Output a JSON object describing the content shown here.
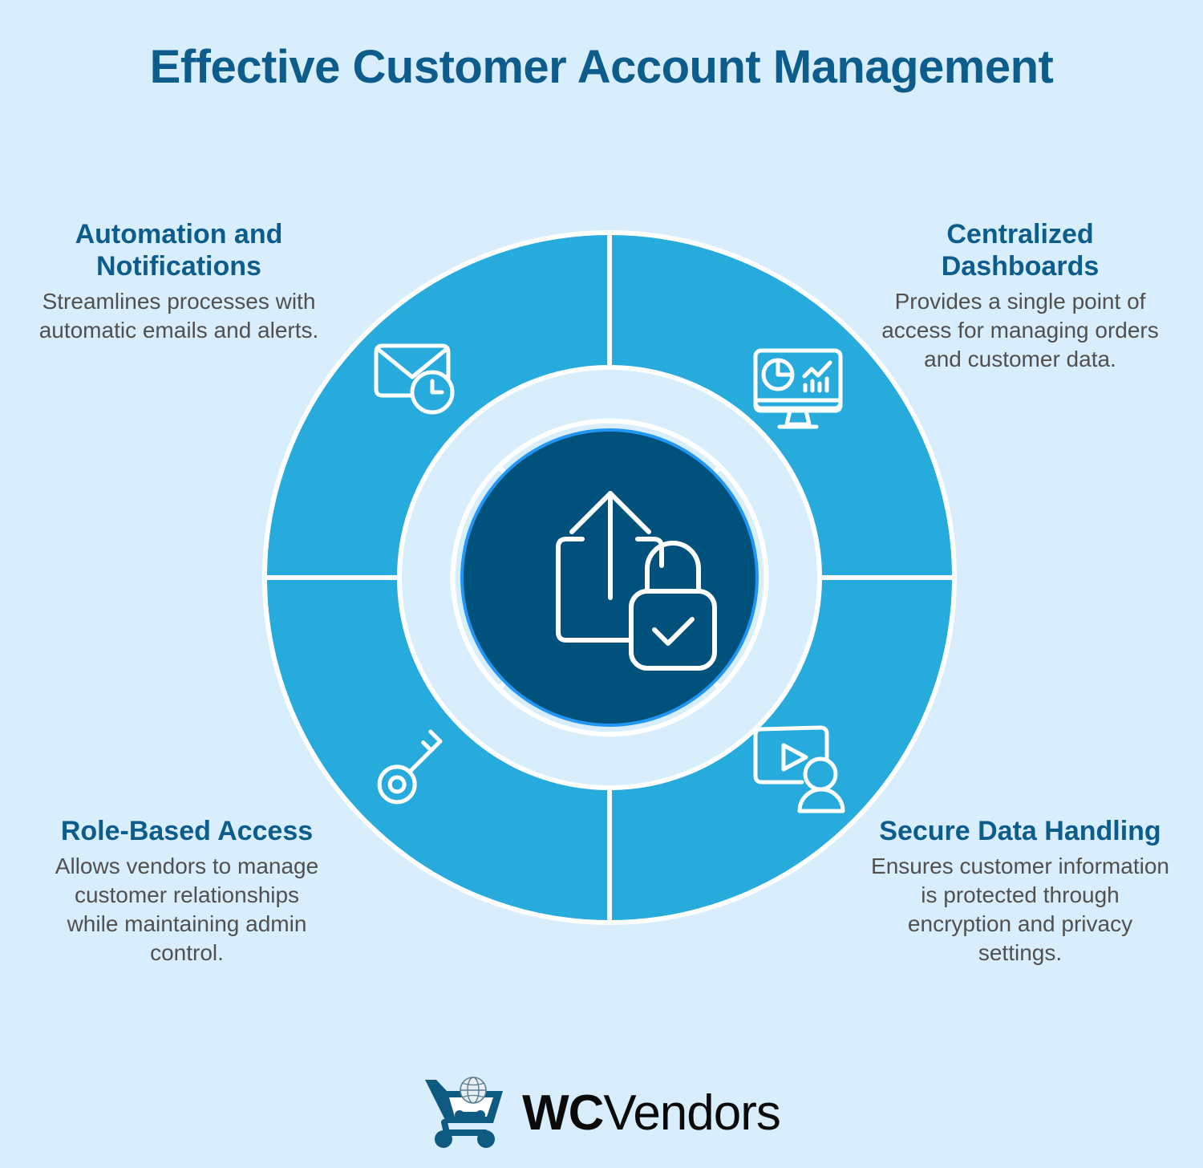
{
  "page": {
    "title": "Effective Customer Account Management",
    "background_color": "#d9eefd",
    "heading_color": "#0c5c8c",
    "body_text_color": "#505050"
  },
  "diagram": {
    "type": "circular-hub-and-quadrants",
    "center": {
      "icon": "secure-upload-icon",
      "fill_color": "#00527d",
      "ring_color": "#2196f3"
    },
    "outer_ring_color": "#27abdd",
    "inner_ring_color": "#d9eefd",
    "divider_color": "#ffffff",
    "quadrants": [
      {
        "id": "automation",
        "position": "top-left",
        "icon": "email-clock-icon",
        "heading": "Automation and Notifications",
        "description": "Streamlines processes with automatic emails and alerts."
      },
      {
        "id": "dashboards",
        "position": "top-right",
        "icon": "dashboard-monitor-icon",
        "heading": "Centralized Dashboards",
        "description": "Provides a single point of access for managing orders and customer data."
      },
      {
        "id": "role-based-access",
        "position": "bottom-left",
        "icon": "key-icon",
        "heading": "Role-Based Access",
        "description": "Allows vendors to manage customer relationships while maintaining admin control."
      },
      {
        "id": "secure-data",
        "position": "bottom-right",
        "icon": "video-user-icon",
        "heading": "Secure Data Handling",
        "description": "Ensures customer information is protected through encryption and privacy settings."
      }
    ]
  },
  "logo": {
    "icon": "shopping-cart-globe-icon",
    "text_bold": "WC",
    "text_regular": "Vendors",
    "mark_color": "#0f5a80"
  }
}
